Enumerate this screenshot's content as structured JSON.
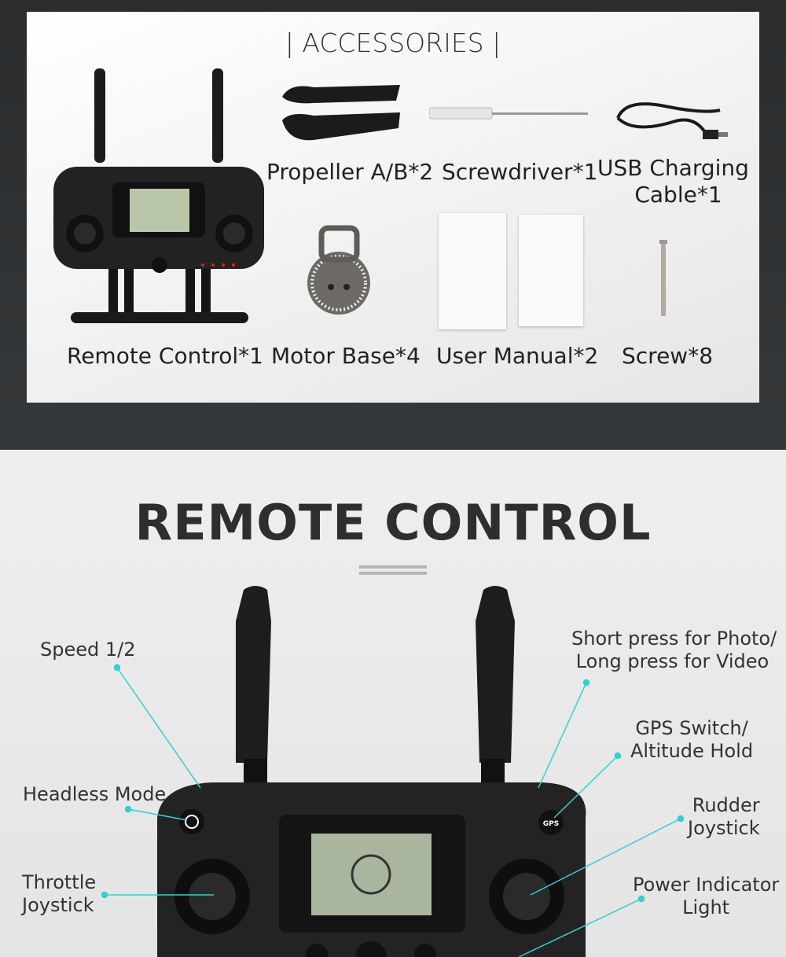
{
  "accessories": {
    "title": "ACCESSORIES",
    "items": [
      {
        "label": "Propeller A/B*2"
      },
      {
        "label": "Screwdriver*1"
      },
      {
        "label_line1": "USB Charging",
        "label_line2": "Cable*1"
      },
      {
        "label": "Remote Control*1"
      },
      {
        "label": "Motor Base*4"
      },
      {
        "label": "User Manual*2"
      },
      {
        "label": "Screw*8"
      }
    ]
  },
  "remote_control": {
    "title": "REMOTE CONTROL",
    "callouts": {
      "speed": "Speed 1/2",
      "photo_line1": "Short press for Photo/",
      "photo_line2": "Long press for Video",
      "gps_line1": "GPS Switch/",
      "gps_line2": "Altitude Hold",
      "headless": "Headless Mode",
      "rudder_line1": "Rudder",
      "rudder_line2": "Joystick",
      "throttle_line1": "Throttle",
      "throttle_line2": "Joystick",
      "power_line1": "Power Indicator",
      "power_line2": "Light"
    },
    "gps_button": "GPS"
  },
  "colors": {
    "dark_bg": "#2b2d2f",
    "card": "#f4f4f4",
    "callout_line": "#2fd1d1",
    "led": "#e02020"
  }
}
